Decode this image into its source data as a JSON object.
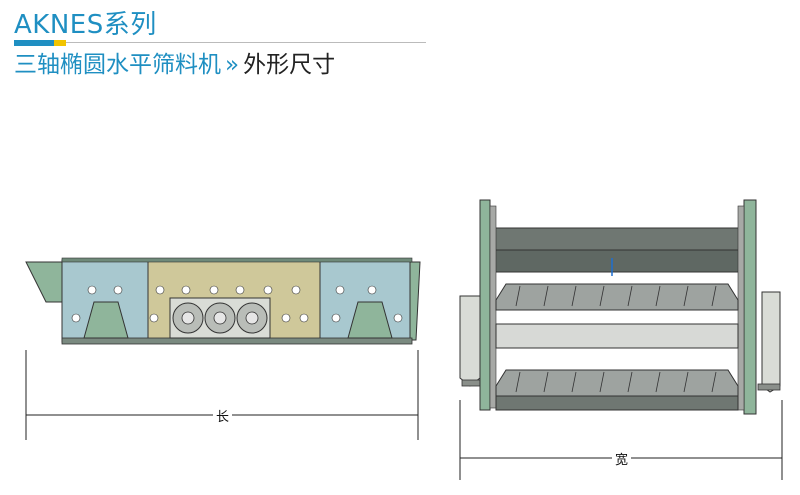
{
  "header": {
    "series": "AKNES系列",
    "product": "三轴椭圆水平筛料机",
    "separator": "»",
    "section": "外形尺寸"
  },
  "dimensions": {
    "length_label": "长",
    "width_label": "宽"
  },
  "colors": {
    "brand_blue": "#1f8fc2",
    "accent_yellow": "#f2c400",
    "frame_green": "#8fb59b",
    "panel_blue": "#a8c8cf",
    "panel_khaki": "#cfc89a"
  }
}
